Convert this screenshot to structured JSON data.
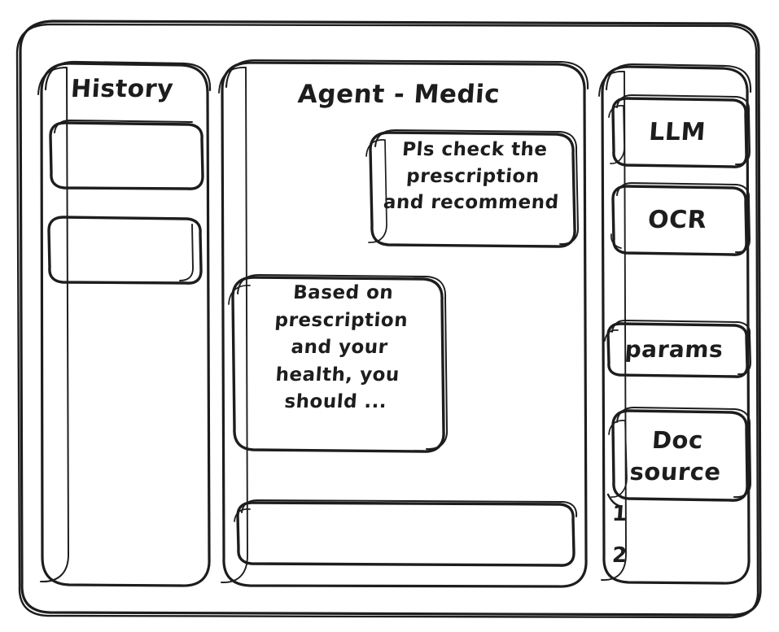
{
  "meta": {
    "style": "hand-drawn-wireframe",
    "stroke_color": "#1d1d1d",
    "background_color": "#ffffff"
  },
  "left_panel": {
    "title": "History",
    "items": [
      {
        "label": ""
      },
      {
        "label": ""
      }
    ]
  },
  "main_panel": {
    "title": "Agent - Medic",
    "messages": [
      {
        "role": "user",
        "text": "Pls check the\nprescription\nand recommend"
      },
      {
        "role": "agent",
        "text": "Based on\nprescription\nand your\nhealth, you\nshould ..."
      }
    ],
    "composer": {
      "value": "",
      "placeholder": ""
    }
  },
  "right_panel": {
    "tools": [
      {
        "label": "LLM"
      },
      {
        "label": "OCR"
      },
      {
        "label": "params"
      },
      {
        "label": "Doc\nsource"
      }
    ],
    "doc_sources": [
      {
        "label": "1"
      },
      {
        "label": "2"
      }
    ]
  }
}
